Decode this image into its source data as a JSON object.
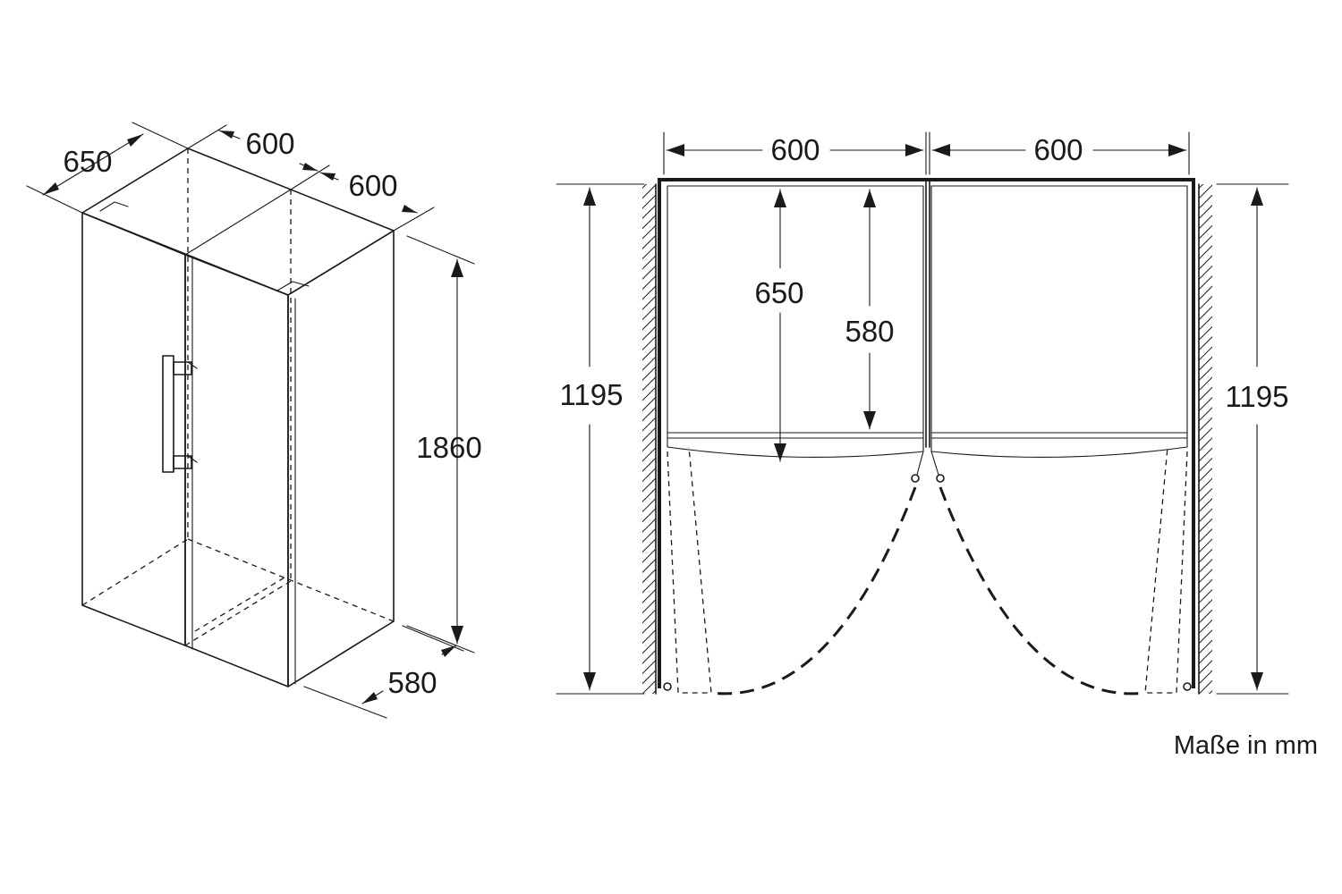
{
  "dimensions": {
    "iso_depth": "650",
    "iso_width_left": "600",
    "iso_width_right": "600",
    "iso_height": "1860",
    "iso_base_depth": "580",
    "top_width_left": "600",
    "top_width_right": "600",
    "top_clearance_left": "1195",
    "top_clearance_right": "1195",
    "top_depth_outer": "650",
    "top_depth_inner": "580"
  },
  "note": "Maße in mm",
  "colors": {
    "line": "#1a1a1a",
    "background": "#ffffff"
  }
}
